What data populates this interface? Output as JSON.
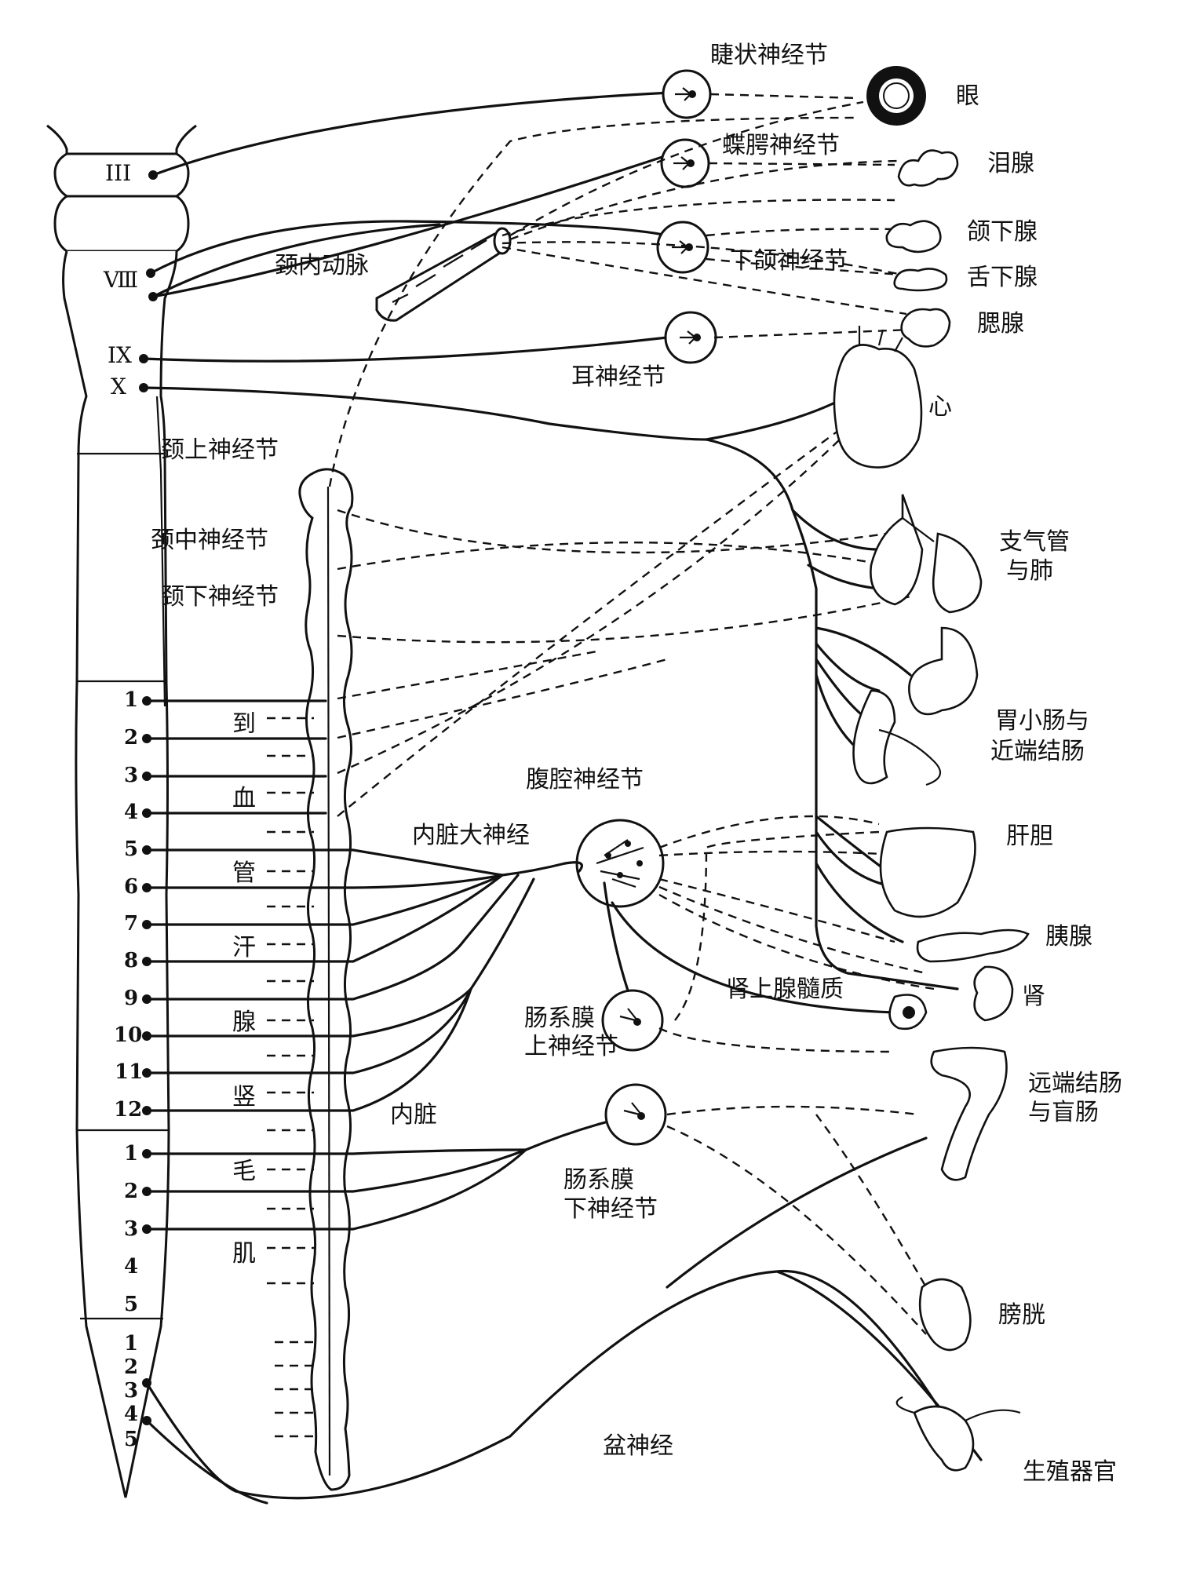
{
  "colors": {
    "ink": "#111111",
    "background": "#ffffff"
  },
  "labels": {
    "ciliary_ganglion": "睫状神经节",
    "pterygopalatine_ganglion": "蝶腭神经节",
    "submandibular_ganglion": "下颌神经节",
    "otic_ganglion": "耳神经节",
    "internal_carotid": "颈内动脉",
    "superior_cervical": "颈上神经节",
    "middle_cervical": "颈中神经节",
    "inferior_cervical": "颈下神经节",
    "celiac_ganglion": "腹腔神经节",
    "greater_splanchnic": "内脏大神经",
    "splanchnic": "内脏",
    "sup_mesenteric_1": "肠系膜",
    "sup_mesenteric_2": "上神经节",
    "inf_mesenteric_1": "肠系膜",
    "inf_mesenteric_2": "下神经节",
    "adrenal_medulla": "肾上腺髓质",
    "pelvic_nerve": "盆神经",
    "vertical_text": [
      "到",
      "血",
      "管",
      "汗",
      "腺",
      "竖",
      "毛",
      "肌"
    ]
  },
  "organs": {
    "eye": "眼",
    "lacrimal": "泪腺",
    "submandibular": "颌下腺",
    "sublingual": "舌下腺",
    "parotid": "腮腺",
    "heart": "心",
    "bronchi_1": "支气管",
    "bronchi_2": "与肺",
    "stomach_1": "胃小肠与",
    "stomach_2": "近端结肠",
    "liver": "肝胆",
    "pancreas": "胰腺",
    "kidney": "肾",
    "colon_1": "远端结肠",
    "colon_2": "与盲肠",
    "bladder": "膀胱",
    "genitals": "生殖器官"
  },
  "brainstem_nerves": [
    "III",
    "Ⅷ",
    "IX",
    "X"
  ],
  "spinal": {
    "thoracic": [
      "1",
      "2",
      "3",
      "4",
      "5",
      "6",
      "7",
      "8",
      "9",
      "10",
      "11",
      "12"
    ],
    "lumbar": [
      "1",
      "2",
      "3",
      "4",
      "5"
    ],
    "sacral": [
      "1",
      "2",
      "3",
      "4",
      "5"
    ]
  },
  "icons": {
    "eye": "eye-icon",
    "heart": "heart-icon",
    "kidney": "kidney-icon",
    "lung": "lung-icon"
  }
}
